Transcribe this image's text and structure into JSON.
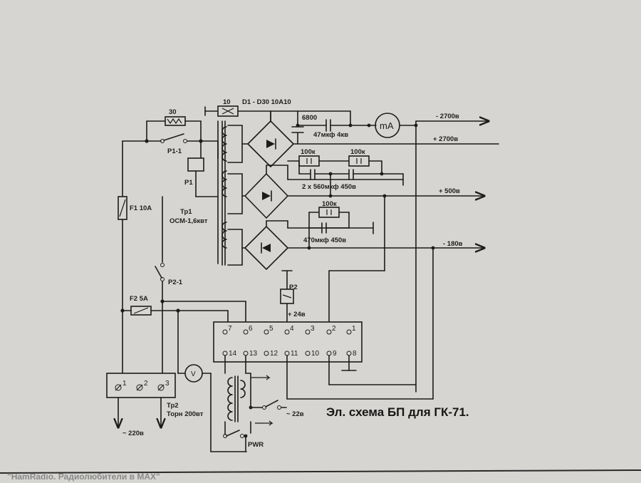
{
  "title": "Эл. схема БП для ГК-71.",
  "watermark": "\"HamRadio. Радиолюбители в MAX\"",
  "components": {
    "r_30": "30",
    "relay_p1_1": "Р1-1",
    "relay_p1": "Р1",
    "fuse_f1": "F1 10А",
    "transformer_tr1": "Тр1",
    "transformer_tr1_model": "ОСМ-1,6квт",
    "relay_p2_1": "Р2-1",
    "fuse_f2": "F2 5А",
    "r_10": "10",
    "diodes": "D1 - D30  10А10",
    "c_6800": "6800",
    "c_47": "47мкф 4кв",
    "meter": "mA",
    "r_100k_1": "100к",
    "r_100k_2": "100к",
    "c_2x560": "2 x 560мкф 450в",
    "r_100k_3": "100к",
    "c_470": "470мкф 450в",
    "relay_p2": "Р2",
    "supply_24": "+ 24в",
    "voltmeter": "V",
    "transformer_tr2": "Тр2",
    "transformer_tr2_model": "Торн 200вт",
    "mains": "~ 220в",
    "ac_22": "~ 22в",
    "pwr": "PWR"
  },
  "outputs": {
    "minus_2700": "- 2700в",
    "plus_2700": "+ 2700в",
    "plus_500": "+ 500в",
    "minus_180": "- 180в"
  },
  "connector": {
    "top_pins": [
      "7",
      "6",
      "5",
      "4",
      "3",
      "2",
      "1"
    ],
    "bottom_pins": [
      "14",
      "13",
      "12",
      "11",
      "10",
      "9",
      "8"
    ]
  },
  "terminal_block": {
    "pins": [
      "1",
      "2",
      "3"
    ]
  }
}
